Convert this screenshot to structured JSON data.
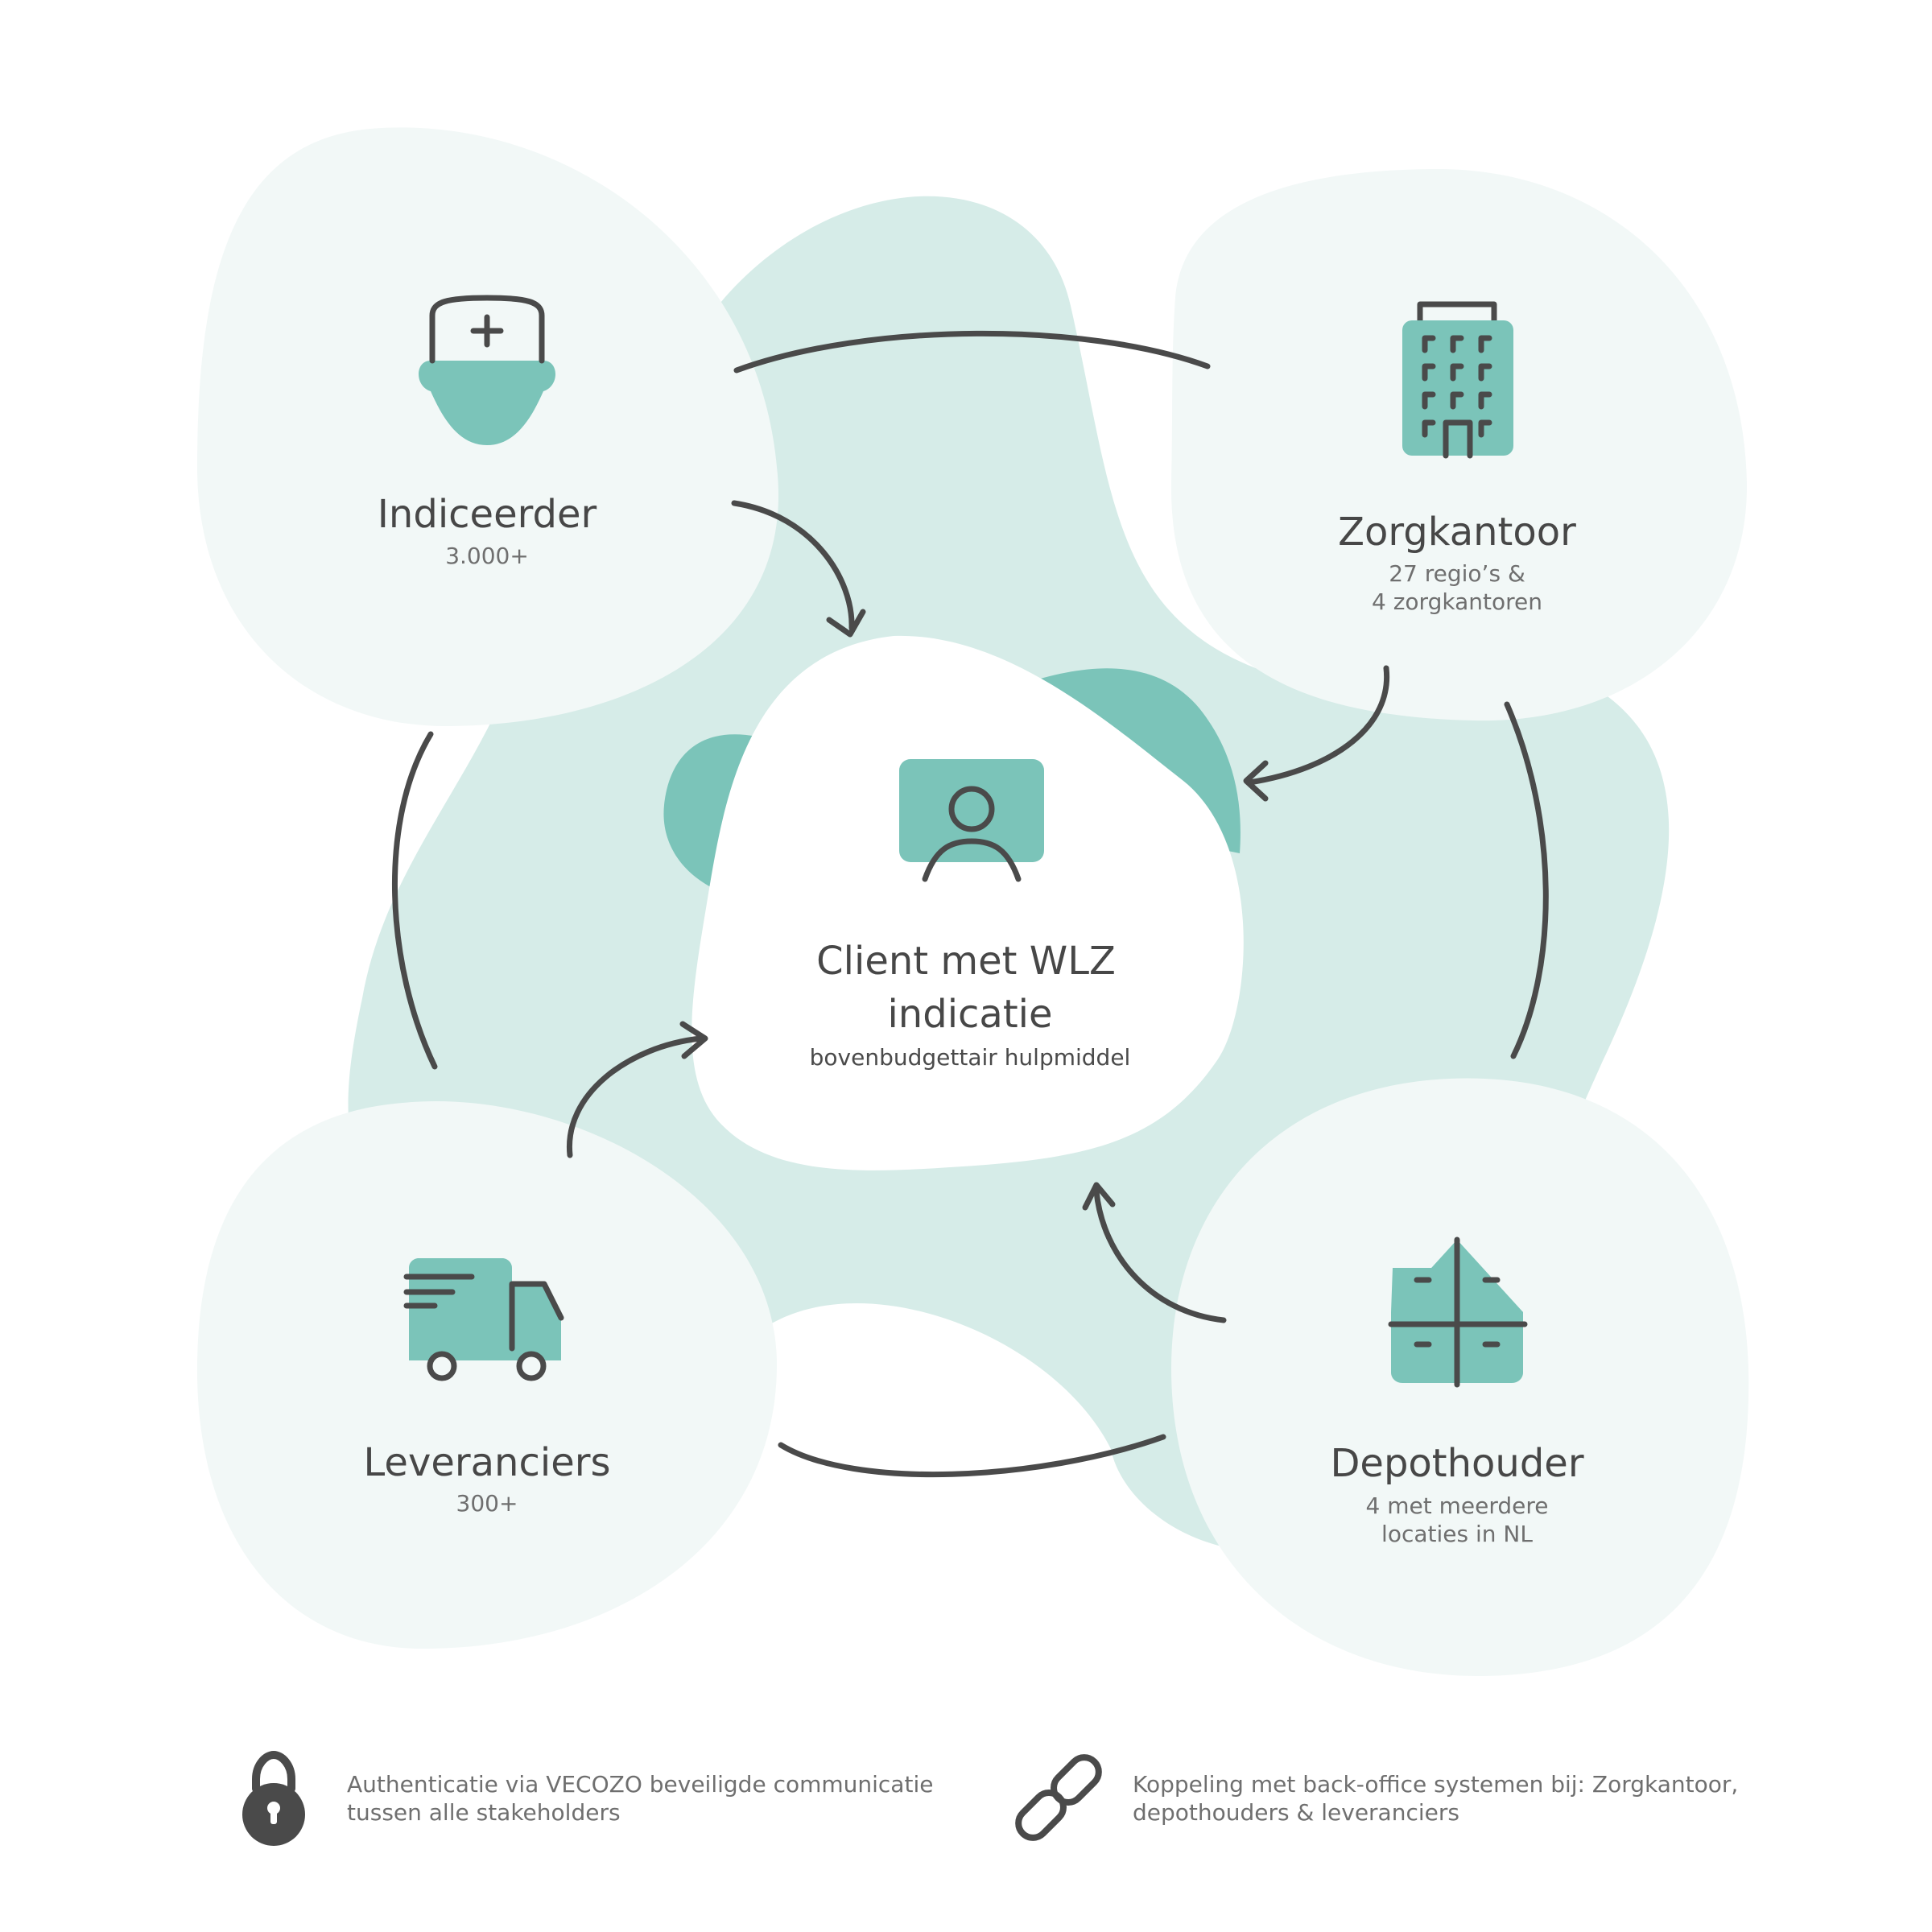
{
  "colors": {
    "blob_light": "#f2f8f7",
    "blob_mid": "#d6ece8",
    "accent": "#7bc4b9",
    "stroke": "#4a4a4a"
  },
  "center": {
    "title_line1": "Client met WLZ",
    "title_line2": "indicatie",
    "subtitle": "bovenbudgettair hulpmiddel",
    "icon": "user-card-icon"
  },
  "nodes": {
    "indiceerder": {
      "title": "Indiceerder",
      "sub1": "3.000+",
      "icon": "nurse-icon"
    },
    "zorgkantoor": {
      "title": "Zorgkantoor",
      "sub1": "27 regio’s &",
      "sub2": "4 zorgkantoren",
      "icon": "office-building-icon"
    },
    "leveranciers": {
      "title": "Leveranciers",
      "sub1": "300+",
      "icon": "delivery-truck-icon"
    },
    "depothouder": {
      "title": "Depothouder",
      "sub1": "4 met meerdere",
      "sub2": "locaties in NL",
      "icon": "warehouse-icon"
    }
  },
  "footer": {
    "left": {
      "icon": "lock-icon",
      "line1": "Authenticatie via VECOZO beveiligde communicatie",
      "line2": "tussen alle stakeholders"
    },
    "right": {
      "icon": "link-icon",
      "line1": "Koppeling met back-office systemen bij: Zorgkantoor,",
      "line2": "depothouders & leveranciers"
    }
  }
}
